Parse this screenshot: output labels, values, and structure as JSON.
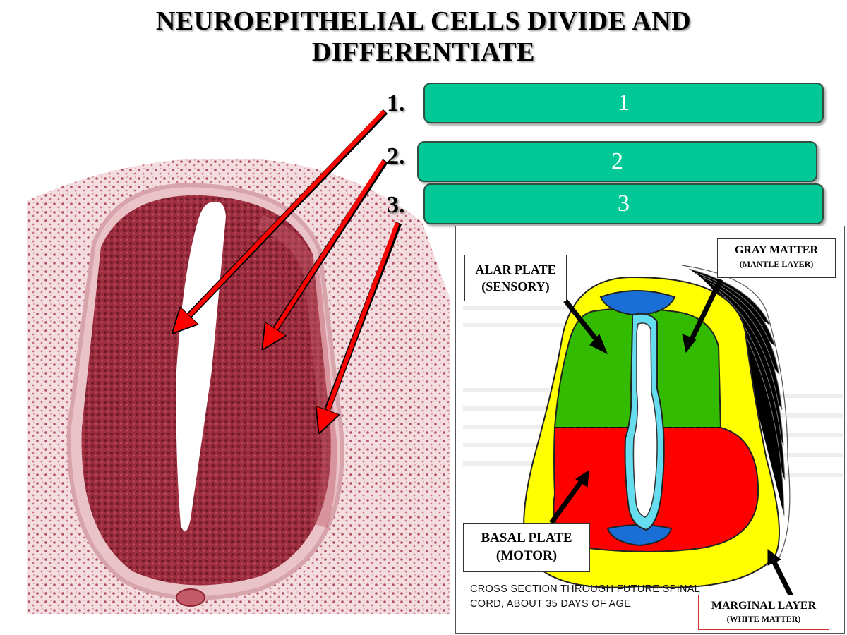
{
  "title": {
    "line1": "NEUROEPITHELIAL CELLS DIVIDE AND",
    "line2": "DIFFERENTIATE"
  },
  "answers": [
    {
      "number": "1.",
      "label": "1"
    },
    {
      "number": "2.",
      "label": "2"
    },
    {
      "number": "3.",
      "label": "3"
    }
  ],
  "diagram": {
    "alar_line1": "ALAR PLATE",
    "alar_line2": "(SENSORY)",
    "gray_line1": "GRAY MATTER",
    "gray_line2": "(MANTLE LAYER)",
    "basal_line1": "BASAL PLATE",
    "basal_line2": "(MOTOR)",
    "marginal_line1": "MARGINAL LAYER",
    "marginal_line2": "(WHITE MATTER)",
    "caption_line1": "CROSS SECTION THROUGH FUTURE SPINAL",
    "caption_line2": "CORD, ABOUT 35 DAYS OF AGE"
  },
  "colors": {
    "answer_box": "#00c896",
    "arrow": "#ff0000",
    "gray_matter_alar": "#33bb00",
    "basal_plate": "#ff0000",
    "marginal_layer": "#ffff00",
    "floor_roof_plate": "#1a6fd6",
    "ependymal_lining": "#66ddee",
    "histology_tissue": "#a03040"
  },
  "icons": [
    "red-arrow-icon",
    "black-arrow-icon"
  ]
}
